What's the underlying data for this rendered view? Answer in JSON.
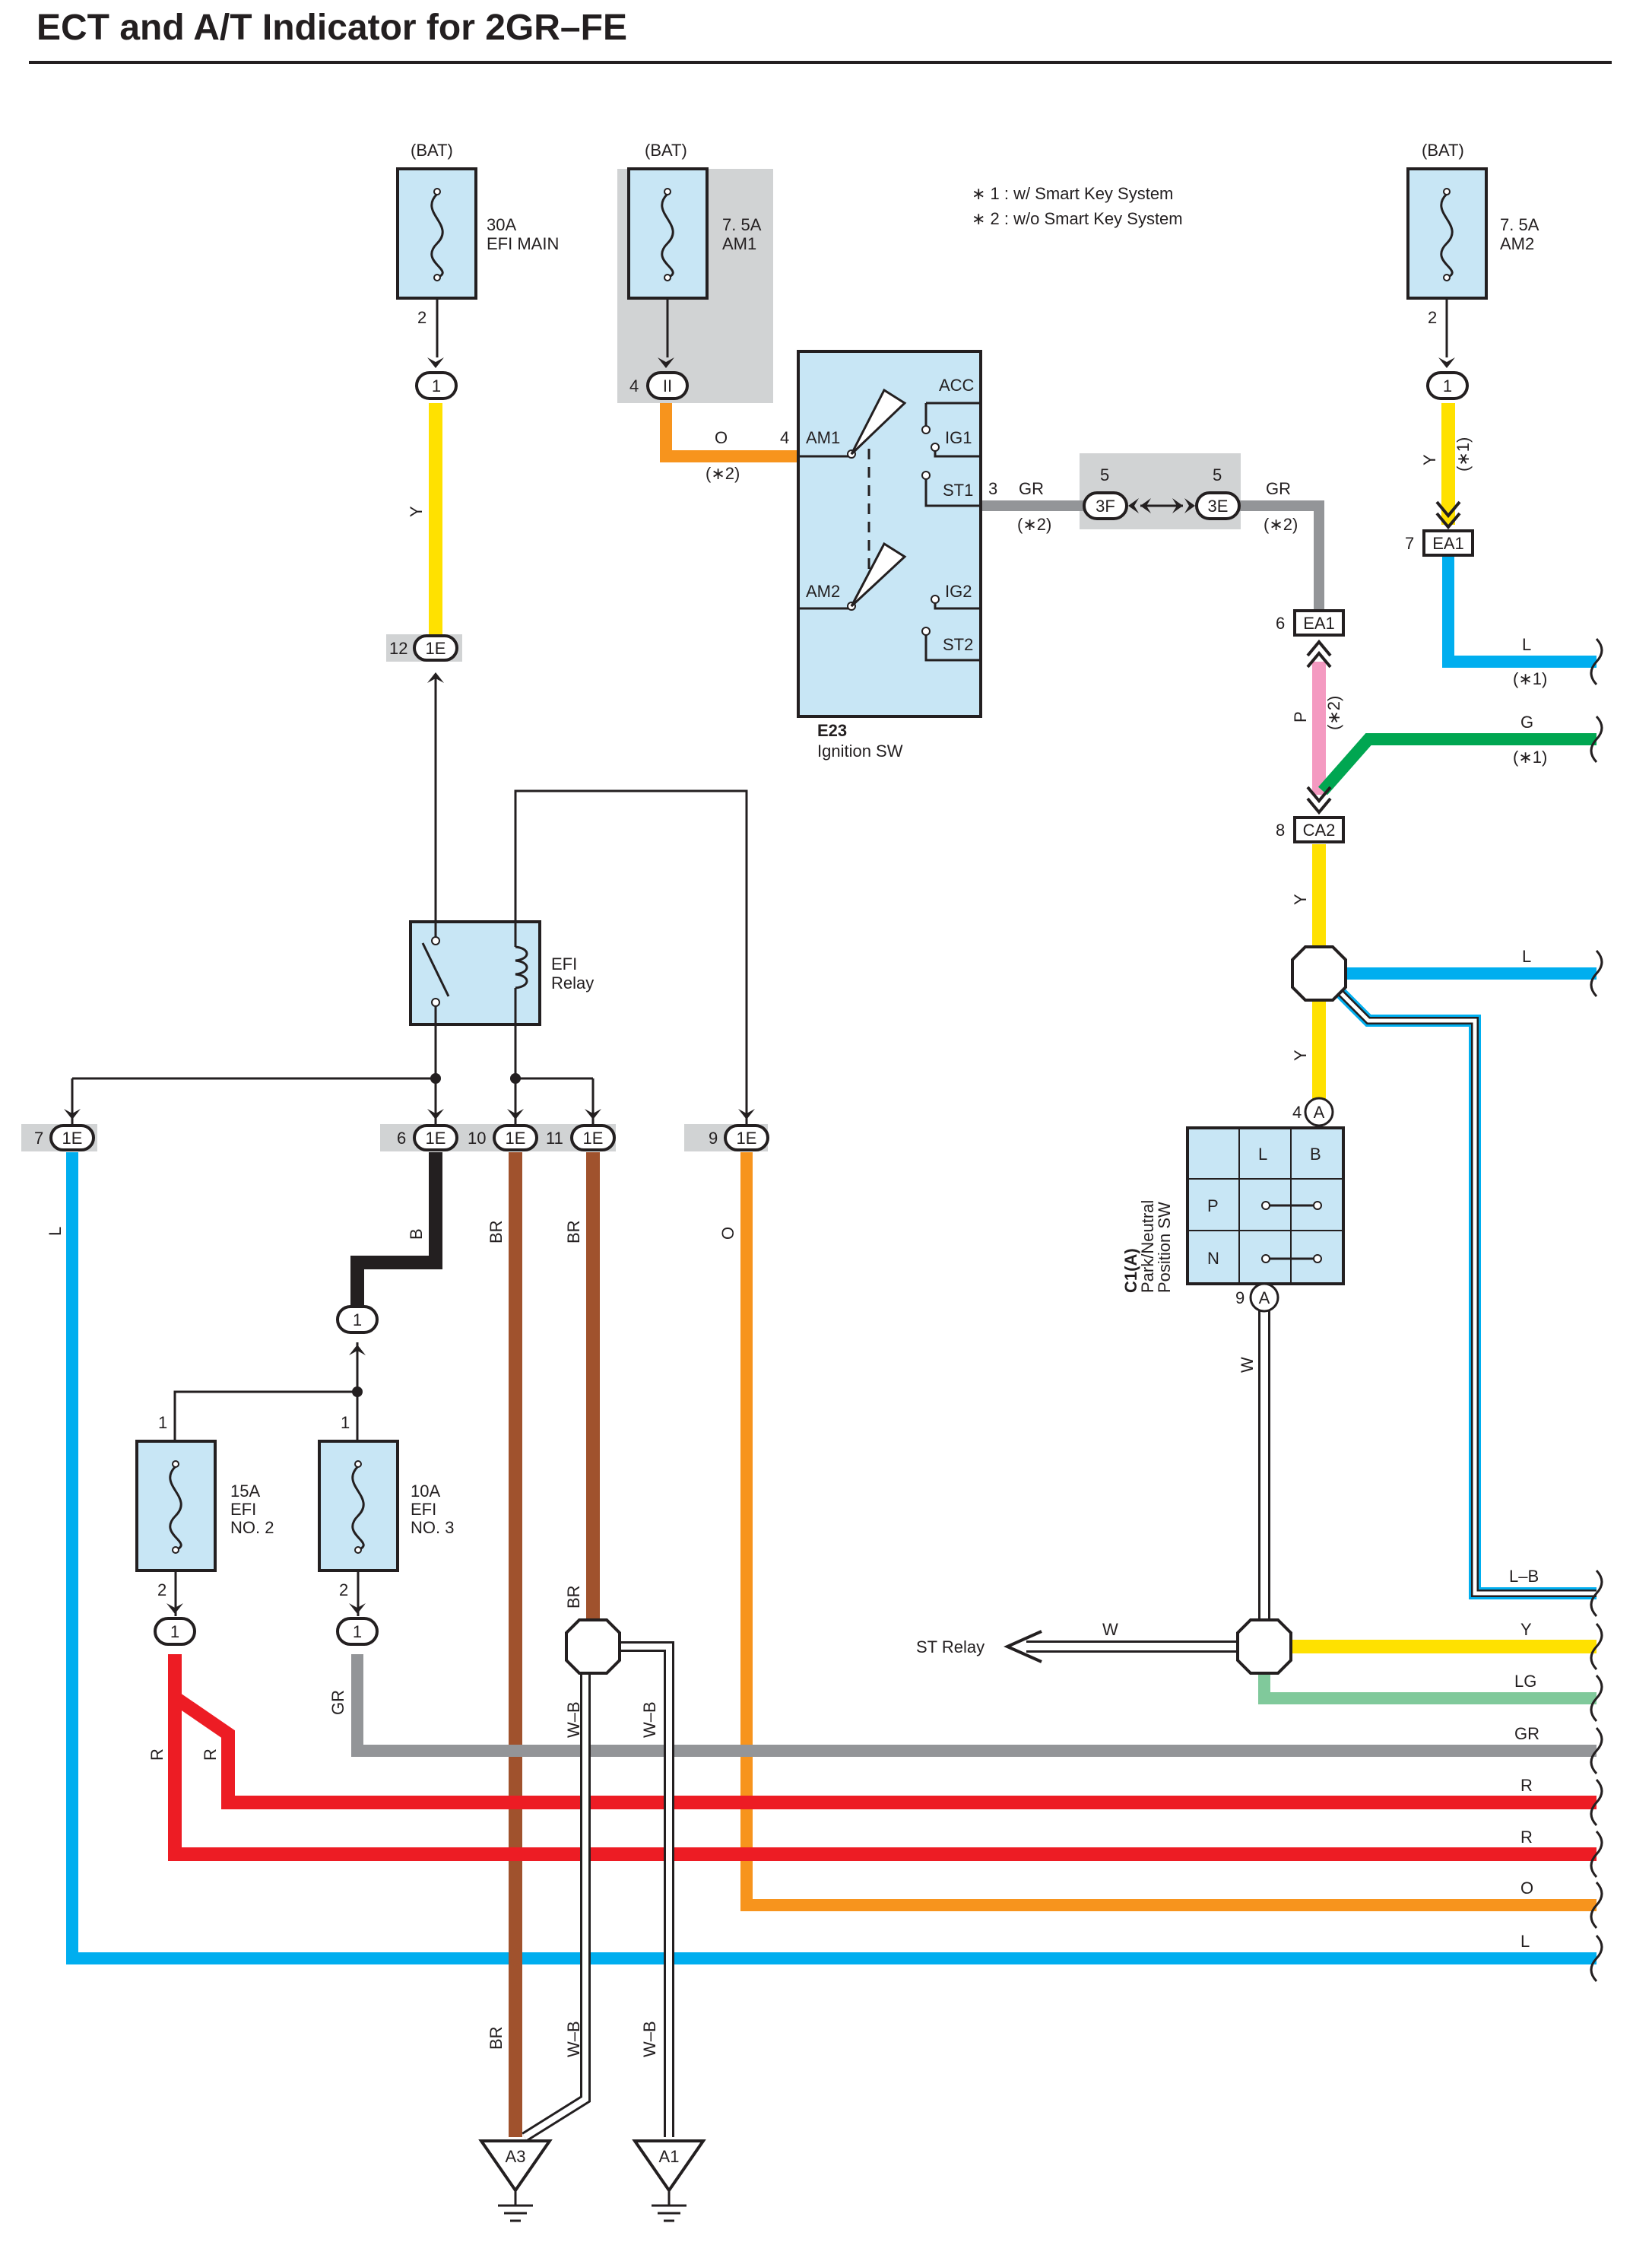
{
  "title": "ECT and A/T Indicator for 2GR–FE",
  "notes": {
    "n1": "∗ 1 : w/ Smart Key System",
    "n2": "∗ 2 : w/o Smart Key System"
  },
  "fuses": {
    "efi_main": {
      "source": "(BAT)",
      "amp": "30A",
      "name": "EFI MAIN",
      "pin": "2"
    },
    "am1": {
      "source": "(BAT)",
      "amp": "7. 5A",
      "name": "AM1"
    },
    "am2": {
      "source": "(BAT)",
      "amp": "7. 5A",
      "name": "AM2",
      "pin": "2"
    },
    "efi_no2": {
      "amp": "15A",
      "name1": "EFI",
      "name2": "NO. 2",
      "pin_top": "1",
      "pin_bottom": "2"
    },
    "efi_no3": {
      "amp": "10A",
      "name1": "EFI",
      "name2": "NO. 3",
      "pin_top": "1",
      "pin_bottom": "2"
    }
  },
  "ignition_sw": {
    "code": "E23",
    "name": "Ignition SW",
    "terminals": [
      "ACC",
      "IG1",
      "ST1",
      "AM1",
      "AM2",
      "IG2",
      "ST2"
    ],
    "pin_am1": "4",
    "pin_st1": "3"
  },
  "relay": {
    "name1": "EFI",
    "name2": "Relay"
  },
  "pn_switch": {
    "code": "C1(A)",
    "name1": "Park/Neutral",
    "name2": "Position SW",
    "col_l": "L",
    "col_b": "B",
    "row_p": "P",
    "row_n": "N",
    "pin_top": "4",
    "pin_bottom": "9",
    "conn": "A"
  },
  "connectors": {
    "c1": "1",
    "ii": "II",
    "ie": "1E",
    "f3": "3F",
    "e3": "3E",
    "ea1": "EA1",
    "ca2": "CA2",
    "a3": "A3",
    "a1": "A1"
  },
  "pins": {
    "ii_4": "4",
    "ie_12": "12",
    "ie_7": "7",
    "ie_6": "6",
    "ie_10": "10",
    "ie_11": "11",
    "ie_9": "9",
    "f3_5": "5",
    "e3_5": "5",
    "ea1_7": "7",
    "ea1_6": "6",
    "ca2_8": "8"
  },
  "wire_colors": {
    "y": "Y",
    "o": "O",
    "gr": "GR",
    "p": "P",
    "g": "G",
    "l": "L",
    "b": "B",
    "br": "BR",
    "w": "W",
    "wb": "W–B",
    "r": "R",
    "lb": "L–B",
    "lg": "LG"
  },
  "tags": {
    "s1": "(∗1)",
    "s2": "(∗2)"
  },
  "st_relay": "ST Relay",
  "colors": {
    "yellow": "#ffe100",
    "orange": "#f7941d",
    "grey": "#939598",
    "pink": "#f49ac1",
    "green": "#00a651",
    "blue": "#00aeef",
    "black": "#231f20",
    "brown": "#a0522d",
    "red": "#ed1c24",
    "light_green": "#80c99b",
    "component_fill": "#c8e6f5",
    "shade": "#d1d3d4"
  }
}
